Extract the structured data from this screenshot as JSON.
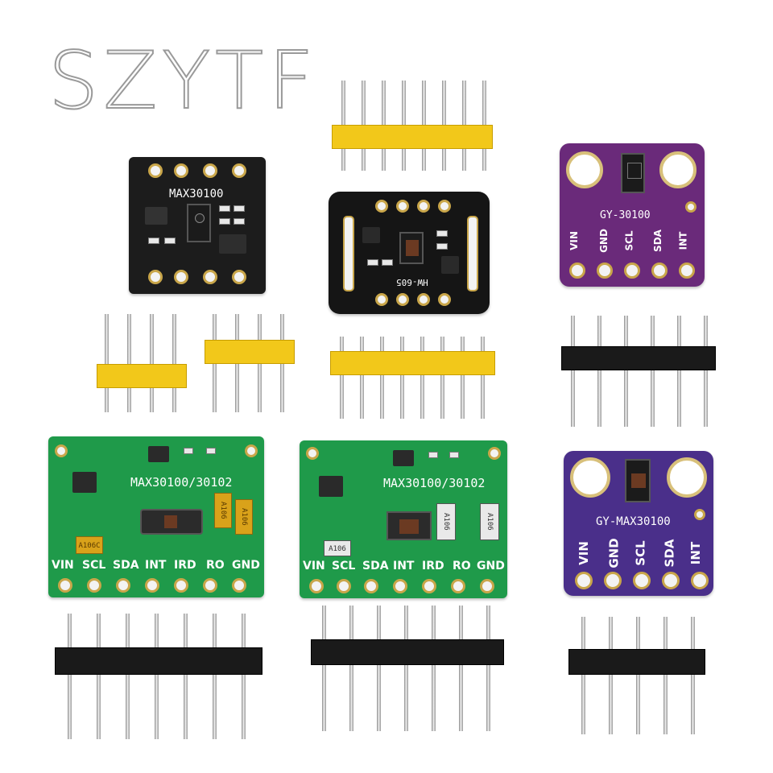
{
  "brand": {
    "watermark": "SZYTF"
  },
  "boards": {
    "max30100_black": {
      "silkscreen": "MAX30100",
      "color": "#1c1c1c"
    },
    "hw605": {
      "silkscreen": "HW-605",
      "color": "#151515"
    },
    "gy30100_purple": {
      "silkscreen": "GY-30100",
      "color": "#6a2a7a",
      "pins": [
        "VIN",
        "GND",
        "SCL",
        "SDA",
        "INT"
      ]
    },
    "max30102_green_a": {
      "silkscreen": "MAX30100/30102",
      "color": "#1f9a4a",
      "pins": [
        "VIN",
        "SCL",
        "SDA",
        "INT",
        "IRD",
        "RO",
        "GND"
      ],
      "caps": [
        "A106",
        "A106"
      ],
      "cap_small": "A106C"
    },
    "max30102_green_b": {
      "silkscreen": "MAX30100/30102",
      "color": "#1f9a4a",
      "pins": [
        "VIN",
        "SCL",
        "SDA",
        "INT",
        "IRD",
        "RO",
        "GND"
      ],
      "caps": [
        "A106",
        "A106",
        "A106"
      ]
    },
    "gy_max30100_violet": {
      "silkscreen": "GY-MAX30100",
      "color": "#4a2f8a",
      "pins": [
        "VIN",
        "GND",
        "SCL",
        "SDA",
        "INT"
      ]
    }
  },
  "colors": {
    "yellow_header": "#f2c81a",
    "black_header": "#1a1a1a",
    "gold_pad": "#c9a64a"
  }
}
